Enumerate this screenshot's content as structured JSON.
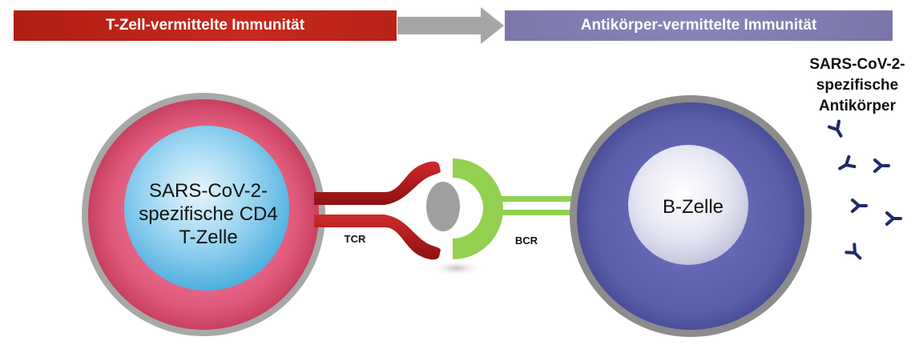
{
  "banners": {
    "t_cell": "T-Zell-vermittelte Immunität",
    "antibody": "Antikörper-vermittelte Immunität"
  },
  "t_cell": {
    "label_lines": [
      "SARS-CoV-2-",
      "spezifische CD4",
      "T-Zelle"
    ]
  },
  "b_cell": {
    "label": "B-Zelle"
  },
  "receptors": {
    "tcr": "TCR",
    "bcr": "BCR"
  },
  "antibodies": {
    "label_lines": [
      "SARS-CoV-2-",
      "spezifische",
      "Antikörper"
    ]
  },
  "colors": {
    "t_banner": "#c0251a",
    "b_banner": "#8480b4",
    "arrow": "#a6a6a6",
    "t_cell_outer": "#d94a6e",
    "t_cell_inner": "#7cc6ea",
    "b_cell_outer": "#5a5ea8",
    "b_cell_inner": "#e6e7f2",
    "tcr": "#b01818",
    "bcr": "#92d050",
    "antigen": "#a0a0a0",
    "antibody": "#1f2a6a"
  }
}
